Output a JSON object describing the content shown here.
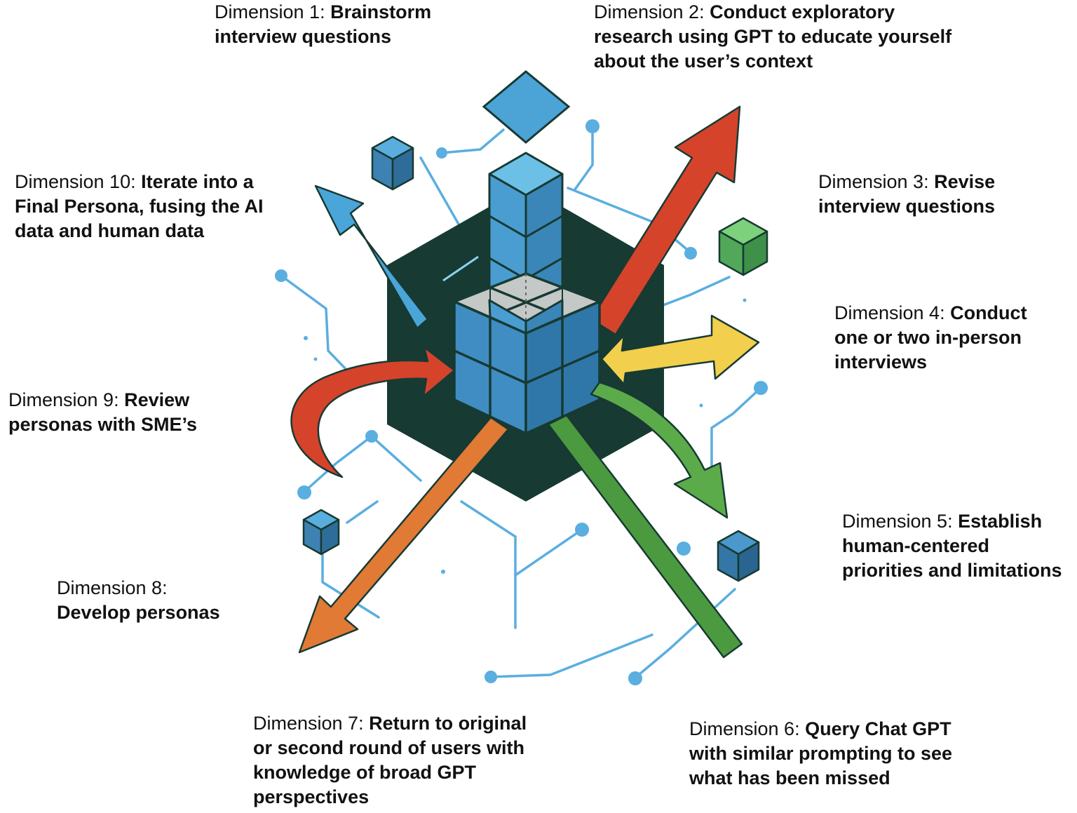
{
  "colors": {
    "hexagon": "#173a33",
    "cube_blue": "#3d8cc1",
    "cube_top_gray": "#c4c8c6",
    "line_blue": "#5aaee0",
    "arrow_red": "#d5432b",
    "arrow_blue": "#4aa5d8",
    "arrow_yellow": "#f2cf4c",
    "arrow_green": "#5cab4a",
    "arrow_orange": "#e07a35",
    "cube_green": "#5cb060"
  },
  "dimensions": [
    {
      "id": 1,
      "prefix": "Dimension 1: ",
      "lines": [
        "Brainstorm",
        "interview questions"
      ],
      "newline_before_bold": false
    },
    {
      "id": 2,
      "prefix": "Dimension 2: ",
      "lines": [
        "Conduct exploratory",
        "research using GPT to educate yourself",
        "about the user’s context"
      ],
      "newline_before_bold": false
    },
    {
      "id": 3,
      "prefix": "Dimension 3: ",
      "lines": [
        "Revise",
        "interview questions"
      ],
      "newline_before_bold": false
    },
    {
      "id": 4,
      "prefix": "Dimension 4: ",
      "lines": [
        "Conduct",
        "one or two in-person",
        "interviews"
      ],
      "newline_before_bold": false
    },
    {
      "id": 5,
      "prefix": "Dimension 5: ",
      "lines": [
        "Establish",
        "human-centered",
        "priorities and limitations"
      ],
      "newline_before_bold": false
    },
    {
      "id": 6,
      "prefix": "Dimension 6: ",
      "lines": [
        "Query Chat GPT",
        "with similar prompting to see",
        "what has been missed"
      ],
      "newline_before_bold": false
    },
    {
      "id": 7,
      "prefix": "Dimension 7: ",
      "lines": [
        "Return to original",
        "or second round of users with",
        "knowledge of broad GPT",
        "perspectives"
      ],
      "newline_before_bold": false
    },
    {
      "id": 8,
      "prefix": "Dimension 8:",
      "lines": [
        "Develop personas"
      ],
      "newline_before_bold": true
    },
    {
      "id": 9,
      "prefix": "Dimension 9: ",
      "lines": [
        "Review",
        "personas with SME’s"
      ],
      "newline_before_bold": false
    },
    {
      "id": 10,
      "prefix": "Dimension 10: ",
      "lines": [
        "Iterate into a",
        "Final Persona, fusing the AI",
        "data and human data"
      ],
      "newline_before_bold": false
    }
  ]
}
